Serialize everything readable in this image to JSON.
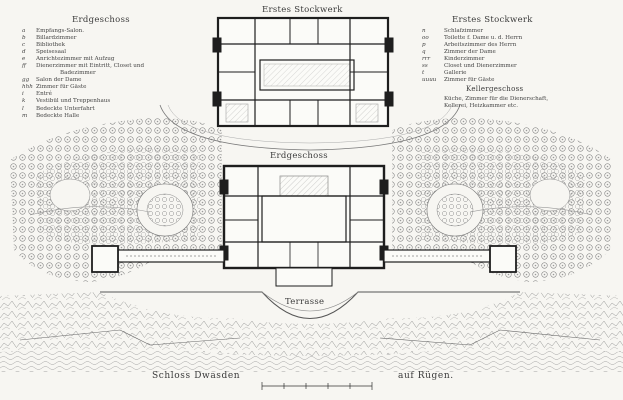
{
  "plate": {
    "title_upper": "Erstes Stockwerk",
    "title_ground": "Erdgeschoss",
    "terrace": "Terrasse",
    "caption_left": "Schloss Dwasden",
    "caption_right": "auf Rügen."
  },
  "legend_left": {
    "heading": "Erdgeschoss",
    "items": [
      {
        "key": "a",
        "text": "Empfangs-Salon."
      },
      {
        "key": "b",
        "text": "Billardzimmer"
      },
      {
        "key": "c",
        "text": "Bibliothek"
      },
      {
        "key": "d",
        "text": "Speisesaal"
      },
      {
        "key": "e",
        "text": "Anrichtezimmer mit Aufzug"
      },
      {
        "key": "ff",
        "text": "Dienerzimmer mit Eintritt, Closet und"
      },
      {
        "key": "",
        "text": "Badezimmer"
      },
      {
        "key": "gg",
        "text": "Salon der Dame"
      },
      {
        "key": "hhh",
        "text": "Zimmer für Gäste"
      },
      {
        "key": "i",
        "text": "Entré"
      },
      {
        "key": "k",
        "text": "Vestibül und Treppenhaus"
      },
      {
        "key": "l",
        "text": "Bedeckte Unterfahrt"
      },
      {
        "key": "m",
        "text": "Bedeckte Halle"
      }
    ]
  },
  "legend_right": {
    "heading": "Erstes Stockwerk",
    "items": [
      {
        "key": "n",
        "text": "Schlafzimmer"
      },
      {
        "key": "oo",
        "text": "Toilette f. Dame u. d. Herrn"
      },
      {
        "key": "p",
        "text": "Arbeitszimmer des Herrn"
      },
      {
        "key": "q",
        "text": "Zimmer der Dame"
      },
      {
        "key": "rrr",
        "text": "Kinderzimmer"
      },
      {
        "key": "ss",
        "text": "Closet und Dienerzimmer"
      },
      {
        "key": "t",
        "text": "Gallerie"
      },
      {
        "key": "uuuu",
        "text": "Zimmer für Gäste"
      }
    ],
    "sub_heading": "Kellergeschoss",
    "sub_items": [
      "Küche, Zimmer für die Dienerschaft,",
      "Kellerei, Heizkammer etc."
    ]
  }
}
